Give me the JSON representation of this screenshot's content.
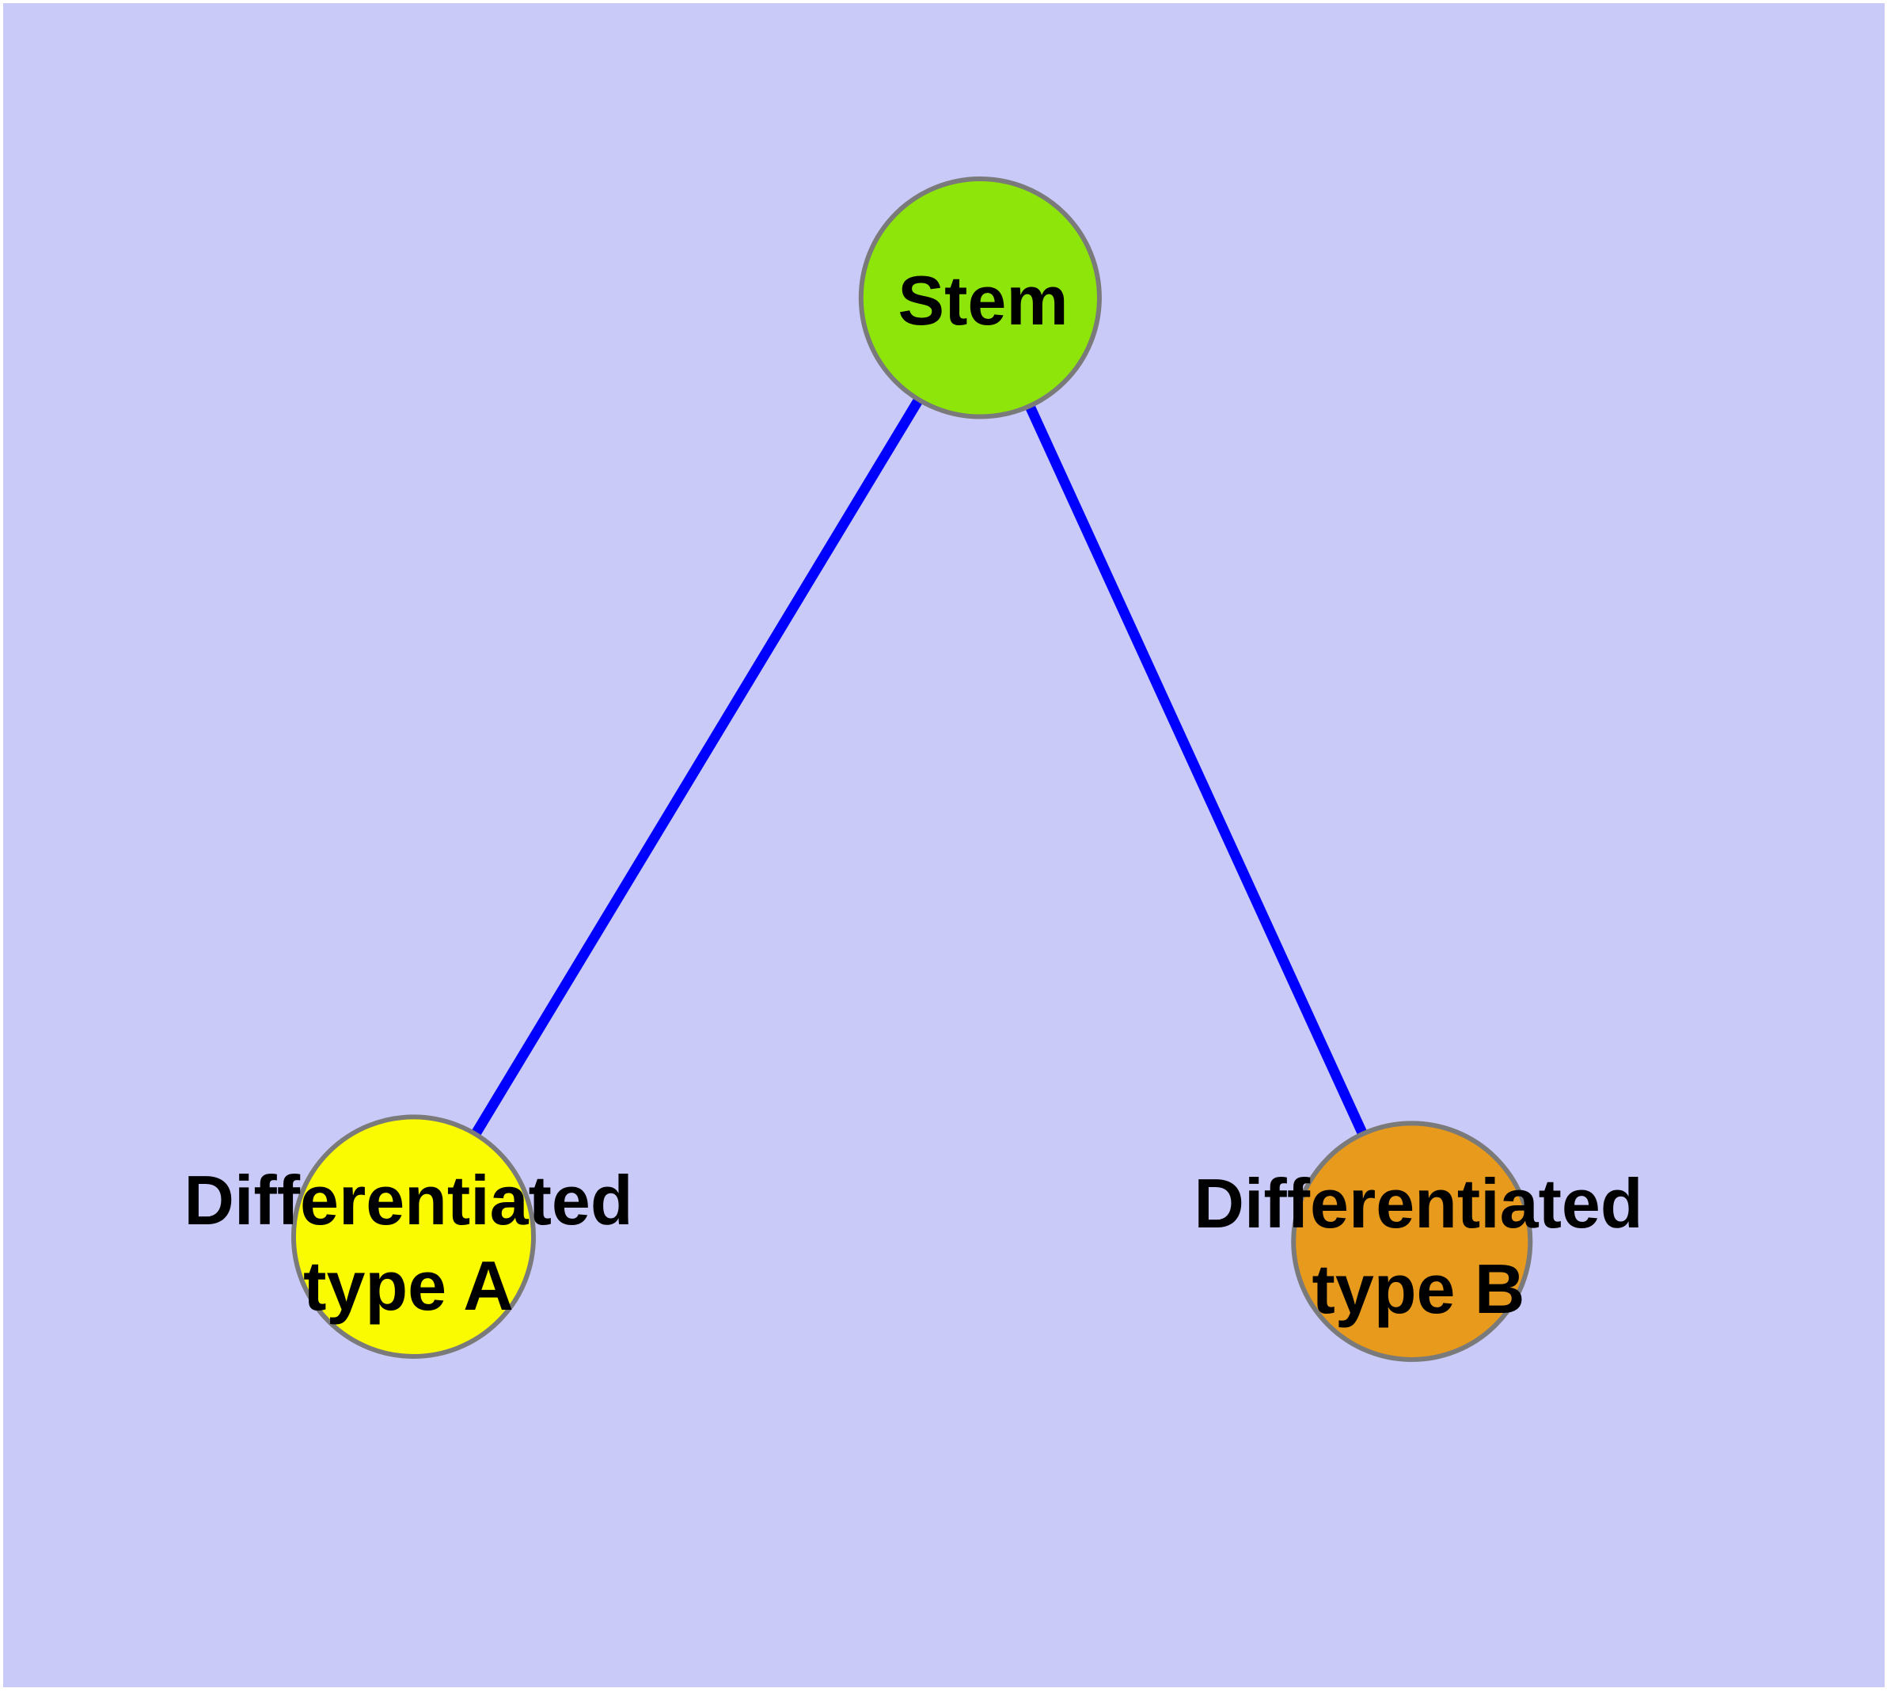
{
  "diagram": {
    "type": "graph",
    "colors": {
      "background": "#CACAF8",
      "frame": "#FFFFFF",
      "edge": "#0000FF",
      "node_border": "#7A7A7A",
      "label_text": "#000000"
    },
    "nodes": [
      {
        "id": "stem",
        "label": "Stem",
        "fill": "#8DE509"
      },
      {
        "id": "type_a",
        "label": "Differentiated\ntype A",
        "fill": "#FAFA00"
      },
      {
        "id": "type_b",
        "label": "Differentiated\ntype B",
        "fill": "#E79A1B"
      }
    ],
    "edges": [
      {
        "from": "Stem",
        "to": "Differentiated type A"
      },
      {
        "from": "Stem",
        "to": "Differentiated type B"
      }
    ]
  }
}
